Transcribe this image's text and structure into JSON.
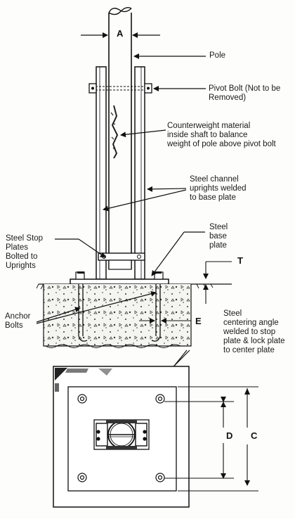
{
  "labels": {
    "pole": "Pole",
    "pivot_bolt": "Pivot Bolt (Not to be\nRemoved)",
    "counterweight": "Counterweight material\ninside shaft to balance\nweight of pole above pivot bolt",
    "uprights": "Steel channel\nuprights welded\nto base plate",
    "stop_plates": "Steel Stop\nPlates\nBolted to\nUprights",
    "base_plate": "Steel\nbase\nplate",
    "anchor_bolts": "Anchor\nBolts",
    "centering_angle": "Steel\ncentering angle\nwelded to stop\nplate & lock plate\nto center plate"
  },
  "dimensions": {
    "a": "A",
    "t": "T",
    "e": "E",
    "d": "D",
    "c": "C"
  }
}
